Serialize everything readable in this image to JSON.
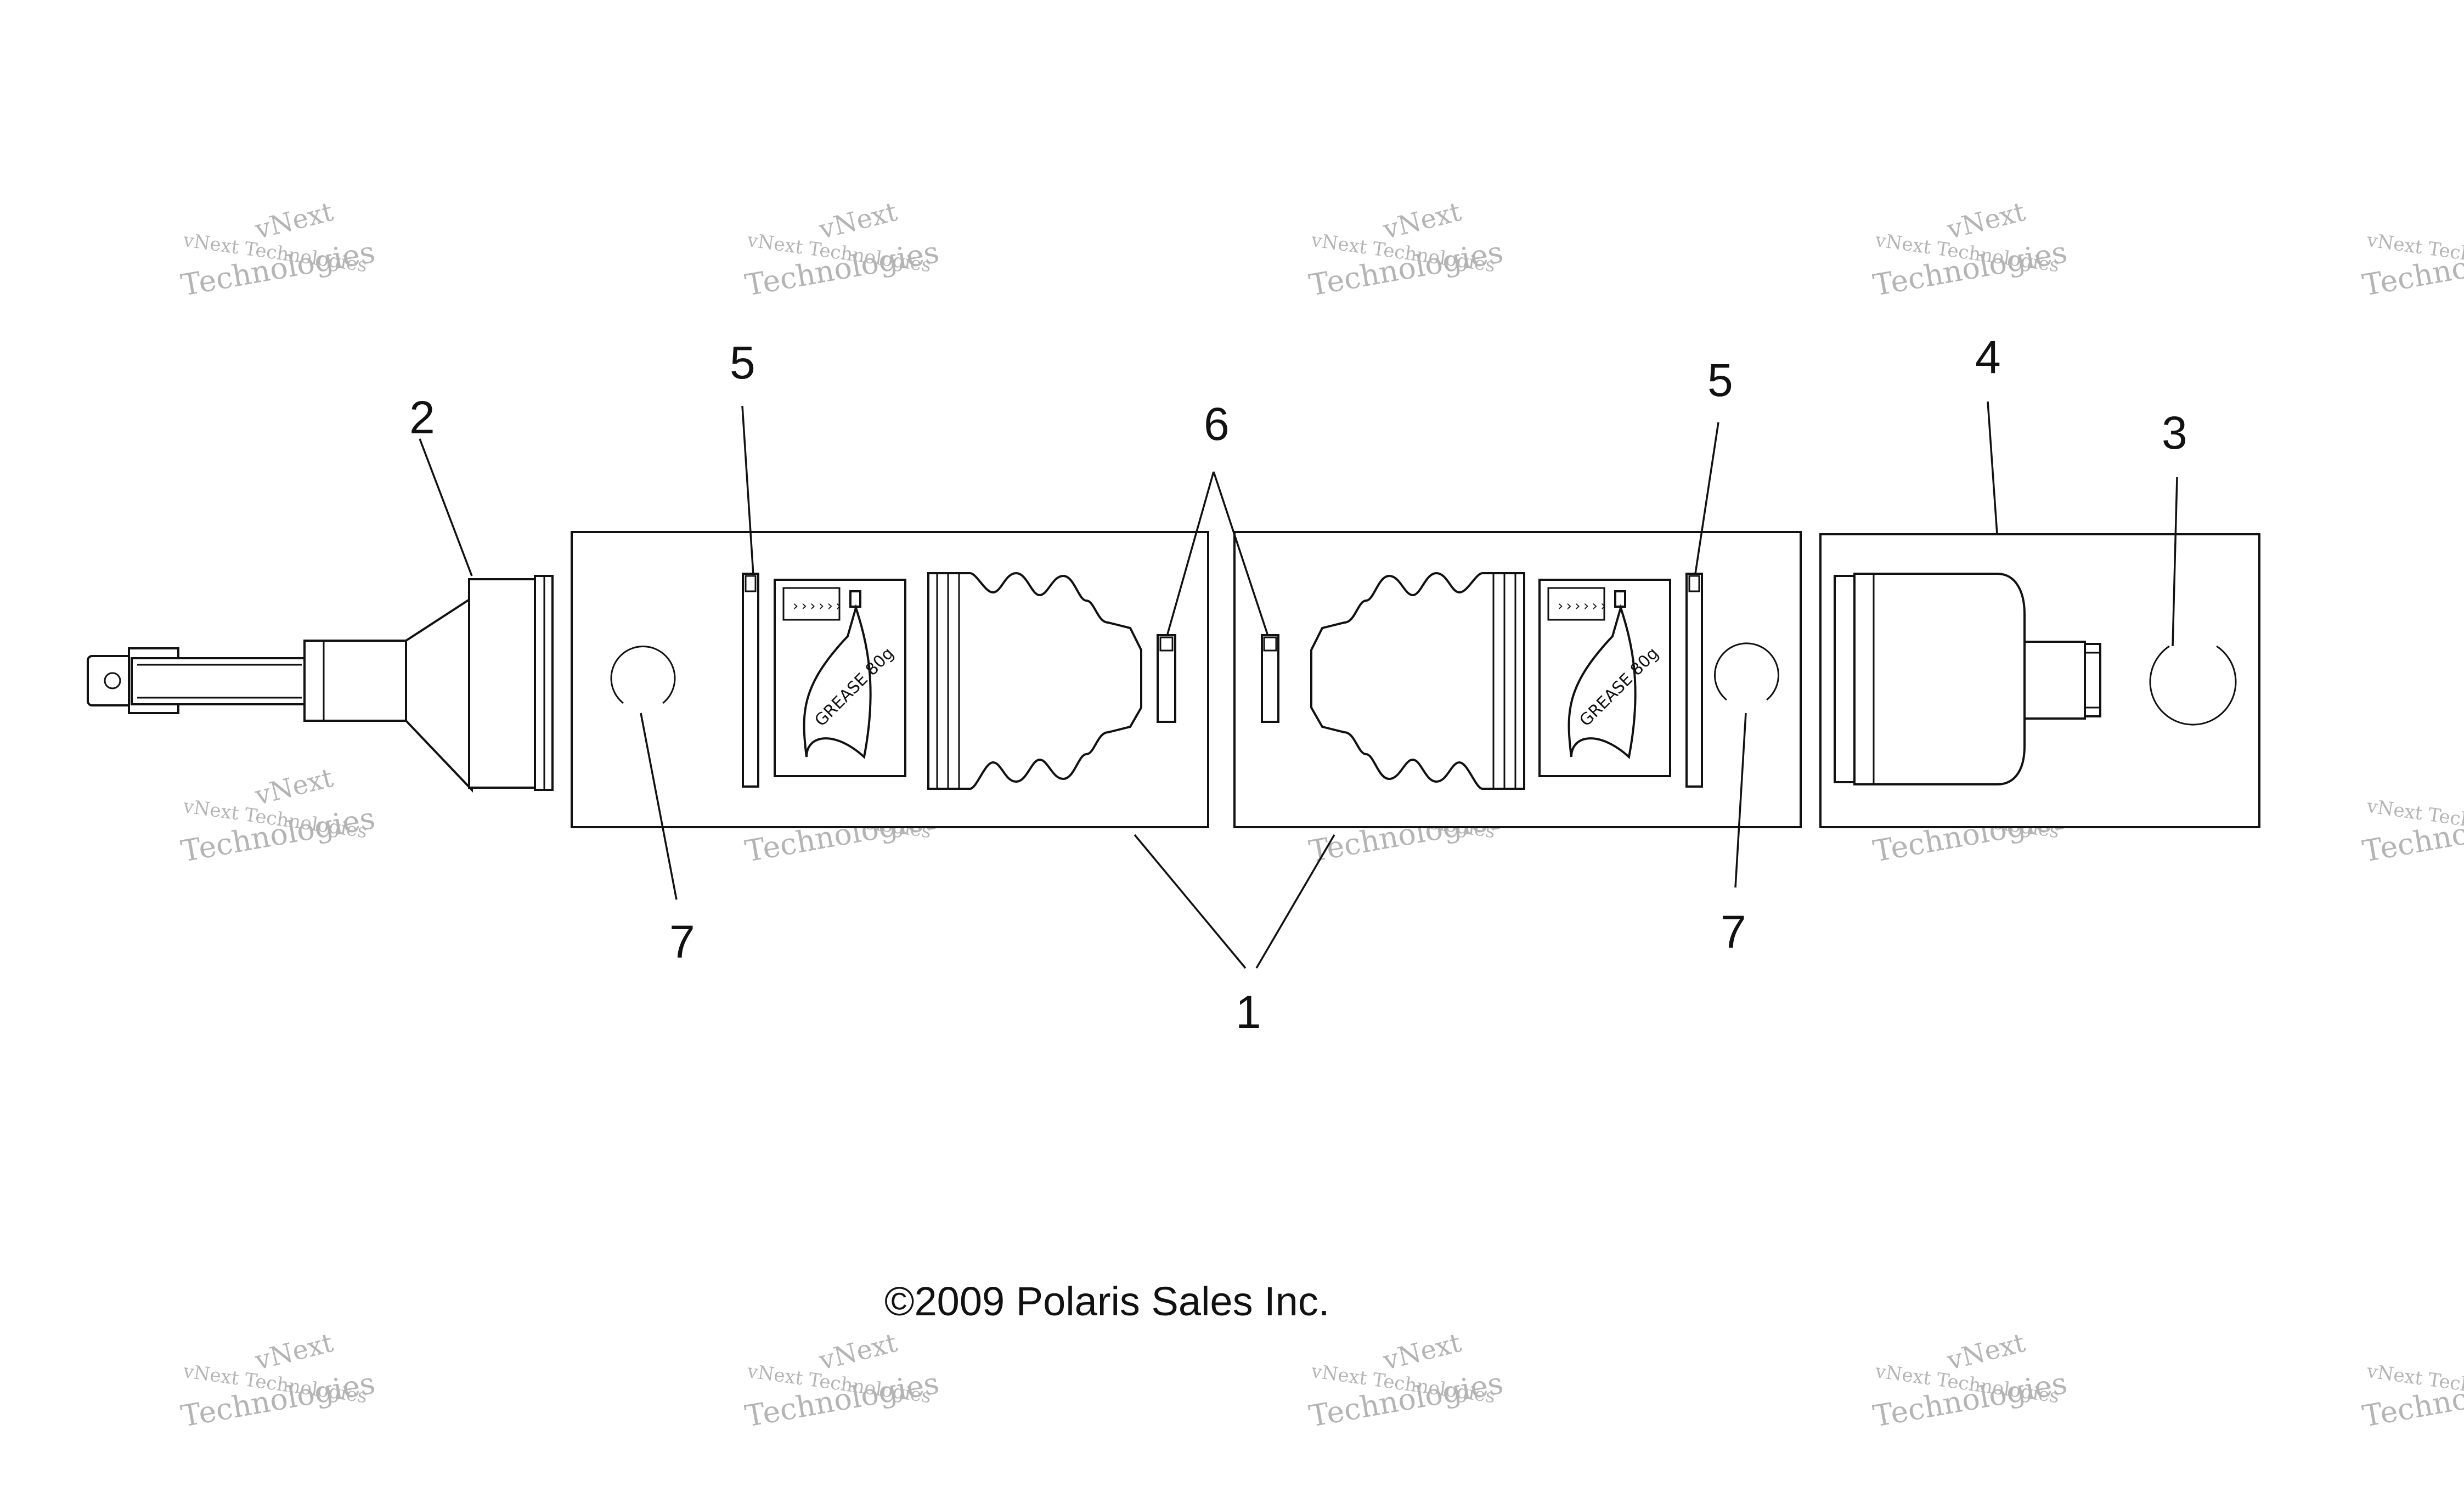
{
  "callouts": {
    "c1": "1",
    "c2": "2",
    "c3": "3",
    "c4": "4",
    "c5a": "5",
    "c5b": "5",
    "c6": "6",
    "c7a": "7",
    "c7b": "7"
  },
  "copyright": "©2009 Polaris Sales Inc.",
  "watermark": {
    "line1": "vNext Technologies",
    "line2": "Technologies",
    "overlay": "vNext"
  },
  "colors": {
    "line": "#111111",
    "watermark": "#b4b4b4",
    "background": "#ffffff"
  }
}
